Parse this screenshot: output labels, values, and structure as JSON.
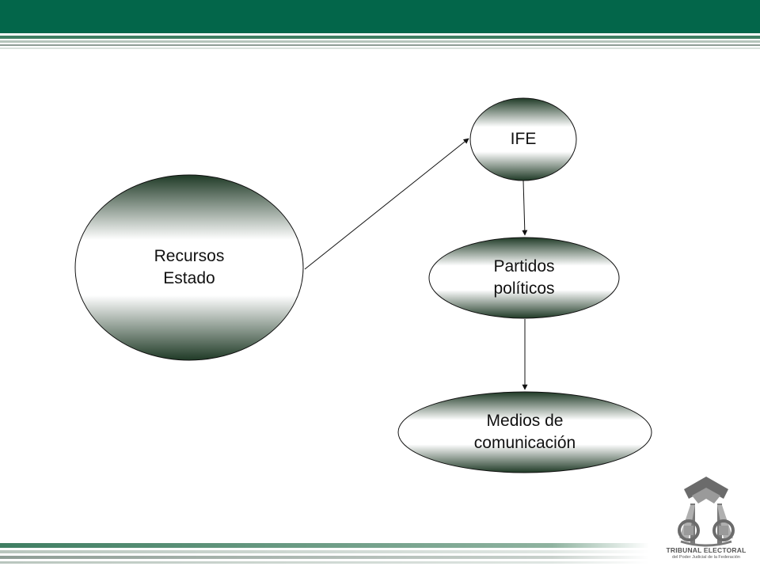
{
  "header": {
    "bar_color": "#03664a",
    "stripe_colors": [
      "#3f7e62",
      "#b6c5bb",
      "#8e9d95"
    ]
  },
  "diagram": {
    "nodes": {
      "recursos": {
        "label": "Recursos\nEstado"
      },
      "ife": {
        "label": "IFE"
      },
      "partidos": {
        "label": "Partidos\npolíticos"
      },
      "medios": {
        "label": "Medios de\ncomunicación"
      }
    },
    "edges": [
      {
        "from": "recursos",
        "to": "ife"
      },
      {
        "from": "ife",
        "to": "partidos"
      },
      {
        "from": "partidos",
        "to": "medios"
      }
    ],
    "gradient_colors": [
      "#ffffff",
      "#1f3a26"
    ]
  },
  "footer": {
    "logo_title": "TRIBUNAL ELECTORAL",
    "logo_subtitle": "del Poder Judicial de la Federación"
  }
}
